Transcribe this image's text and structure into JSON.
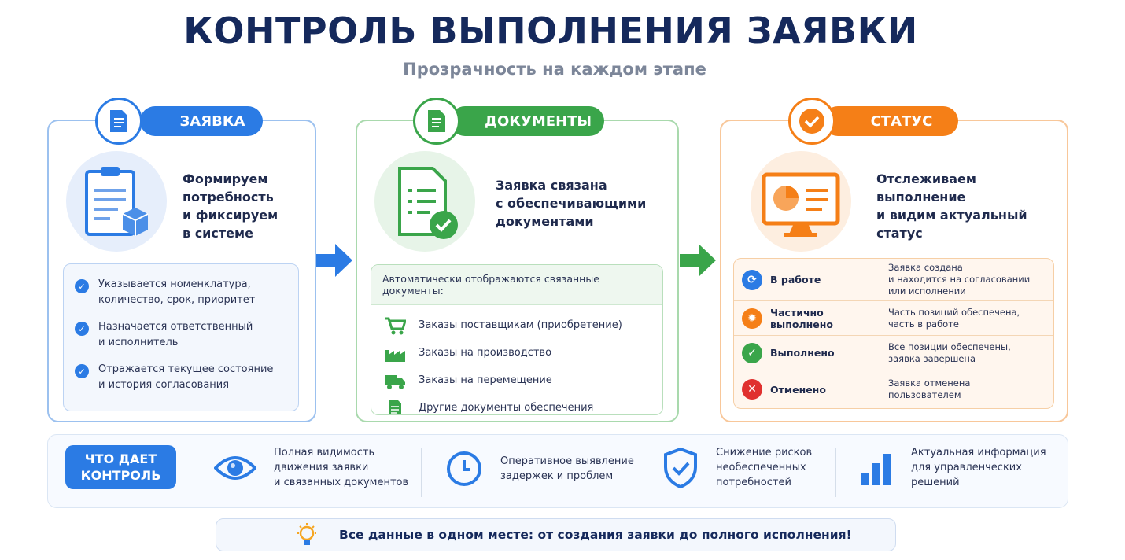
{
  "title": "КОНТРОЛЬ ВЫПОЛНЕНИЯ ЗАЯВКИ",
  "subtitle": "Прозрачность на каждом этапе",
  "colors": {
    "blue": "#2b7be4",
    "green": "#3aa54a",
    "orange": "#f57f17",
    "navy": "#15295c"
  },
  "request": {
    "label": "ЗАЯВКА",
    "icon": "document-icon",
    "lead": [
      "Формируем",
      "потребность",
      "и фиксируем",
      "в системе"
    ],
    "items": [
      [
        "Указывается номенклатура,",
        "количество, срок, приоритет"
      ],
      [
        "Назначается ответственный",
        "и исполнитель"
      ],
      [
        "Отражается текущее состояние",
        "и история согласования"
      ]
    ]
  },
  "documents": {
    "label": "ДОКУМЕНТЫ",
    "icon": "document-icon",
    "lead": [
      "Заявка связана",
      "с обеспечивающими",
      "документами"
    ],
    "list_title": "Автоматически отображаются связанные документы:",
    "items": [
      {
        "icon": "cart-icon",
        "label": "Заказы поставщикам (приобретение)"
      },
      {
        "icon": "factory-icon",
        "label": "Заказы на производство"
      },
      {
        "icon": "truck-icon",
        "label": "Заказы на перемещение"
      },
      {
        "icon": "document-icon",
        "label": "Другие документы обеспечения"
      }
    ]
  },
  "status": {
    "label": "СТАТУС",
    "icon": "check-icon",
    "lead": [
      "Отслеживаем",
      "выполнение",
      "и видим актуальный",
      "статус"
    ],
    "items": [
      {
        "name": "В работе",
        "desc": [
          "Заявка создана",
          "и находится на согласовании",
          "или исполнении"
        ],
        "color": "#2b7be4",
        "glyph": "⟳"
      },
      {
        "name": "Частично выполнено",
        "desc": [
          "Часть позиций обеспечена,",
          "часть в работе"
        ],
        "color": "#f57f17",
        "glyph": "✹"
      },
      {
        "name": "Выполнено",
        "desc": [
          "Все позиции обеспечены,",
          "заявка завершена"
        ],
        "color": "#3aa54a",
        "glyph": "✓"
      },
      {
        "name": "Отменено",
        "desc": [
          "Заявка отменена",
          "пользователем"
        ],
        "color": "#e0312f",
        "glyph": "✕"
      }
    ]
  },
  "benefits": {
    "label": [
      "ЧТО ДАЕТ",
      "КОНТРОЛЬ"
    ],
    "items": [
      {
        "icon": "eye-icon",
        "text": [
          "Полная видимость",
          "движения заявки",
          "и связанных документов"
        ]
      },
      {
        "icon": "clock-icon",
        "text": [
          "Оперативное выявление",
          "задержек и проблем"
        ]
      },
      {
        "icon": "shield-icon",
        "text": [
          "Снижение рисков",
          "необеспеченных",
          "потребностей"
        ]
      },
      {
        "icon": "bar-chart-icon",
        "text": [
          "Актуальная информация",
          "для управленческих",
          "решений"
        ]
      }
    ]
  },
  "footer": {
    "icon": "lightbulb-icon",
    "text": "Все данные в одном месте: от создания заявки до полного исполнения!"
  }
}
